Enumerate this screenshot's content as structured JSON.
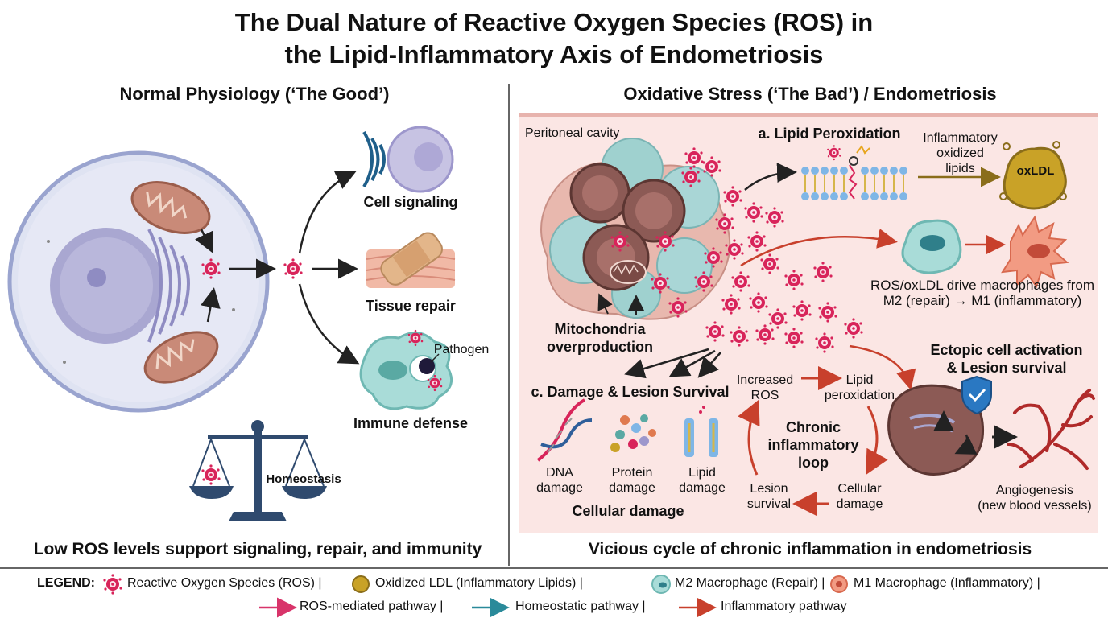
{
  "title_line1": "The Dual Nature of Reactive Oxygen Species (ROS) in",
  "title_line2": "the Lipid-Inflammatory Axis of Endometriosis",
  "left": {
    "heading": "Normal Physiology (‘The Good’)",
    "cell_signaling": "Cell signaling",
    "tissue_repair": "Tissue repair",
    "pathogen": "Pathogen",
    "immune_defense": "Immune defense",
    "homeostasis": "Homeostasis",
    "caption": "Low ROS levels support signaling, repair, and immunity"
  },
  "right": {
    "heading": "Oxidative Stress (‘The Bad’) / Endometriosis",
    "peritoneal": "Peritoneal cavity",
    "lipid_perox_title": "a. Lipid Peroxidation",
    "inflam_lipids_1": "Inflammatory",
    "inflam_lipids_2": "oxidized",
    "inflam_lipids_3": "lipids",
    "oxldl": "oxLDL",
    "macro_1": "ROS/oxLDL drive macrophages from",
    "macro_2": "M2 (repair) → M1 (inflammatory)",
    "mito_1": "Mitochondria",
    "mito_2": "overproduction",
    "ectopic_1": "Ectopic cell activation",
    "ectopic_2": "& Lesion survival",
    "damage_title": "c. Damage & Lesion Survival",
    "dna_1": "DNA",
    "dna_2": "damage",
    "protein_1": "Protein",
    "protein_2": "damage",
    "lipid_1": "Lipid",
    "lipid_2": "damage",
    "cellular_damage": "Cellular damage",
    "loop_increased_1": "Increased",
    "loop_increased_2": "ROS",
    "loop_lipid_1": "Lipid",
    "loop_lipid_2": "peroxidation",
    "loop_center_1": "Chronic",
    "loop_center_2": "inflammatory",
    "loop_center_3": "loop",
    "loop_cellular_1": "Cellular",
    "loop_cellular_2": "damage",
    "loop_lesion_1": "Lesion",
    "loop_lesion_2": "survival",
    "angio_1": "Angiogenesis",
    "angio_2": "(new blood vessels)",
    "caption": "Vicious cycle of chronic inflammation in endometriosis"
  },
  "legend": {
    "label": "LEGEND:",
    "ros": "Reactive Oxygen Species (ROS) |",
    "oxldl": "Oxidized LDL (Inflammatory Lipids) |",
    "m2": "M2 Macrophage (Repair) |",
    "m1": "M1 Macrophage (Inflammatory) |",
    "ros_path": "ROS-mediated pathway |",
    "homeo_path": "Homeostatic pathway |",
    "inflam_path": "Inflammatory pathway"
  },
  "colors": {
    "ros": "#d8245a",
    "panel_bg": "#fbe6e4",
    "inflammatory": "#c8402c",
    "homeostatic": "#2a8a9a",
    "ros_path": "#d8346a",
    "oxldl": "#c9a227"
  }
}
